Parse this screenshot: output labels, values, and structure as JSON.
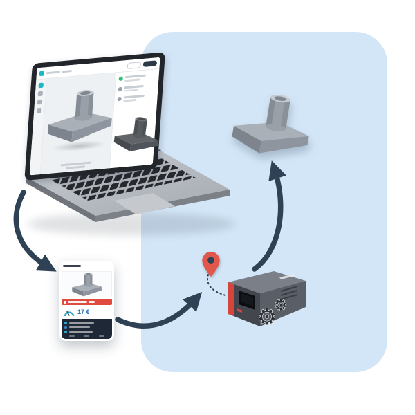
{
  "scene": {
    "type": "workflow-illustration",
    "description_nodes": [
      {
        "name": "laptop-cad-design"
      },
      {
        "name": "phone-order-app"
      },
      {
        "name": "location-pin"
      },
      {
        "name": "3d-printer-machine"
      },
      {
        "name": "finished-printed-part"
      }
    ]
  },
  "colors": {
    "background": "#ffffff",
    "panel": "#d3e6f7",
    "arrow": "#2e4155",
    "pin": "#e2574c",
    "pin_dot": "#2e4155",
    "printer_red": "#d6453c",
    "banner_red": "#e04b3f",
    "price_blue": "#2e72b8",
    "teal": "#19b8c4",
    "part_gray": "#9aa1a9",
    "laptop_bezel": "#22252a",
    "phone_dark": "#1f2836"
  },
  "phone_app": {
    "price": "17 €"
  },
  "icons": {
    "gear": "⚙",
    "location_pin": "map-pin-icon"
  }
}
